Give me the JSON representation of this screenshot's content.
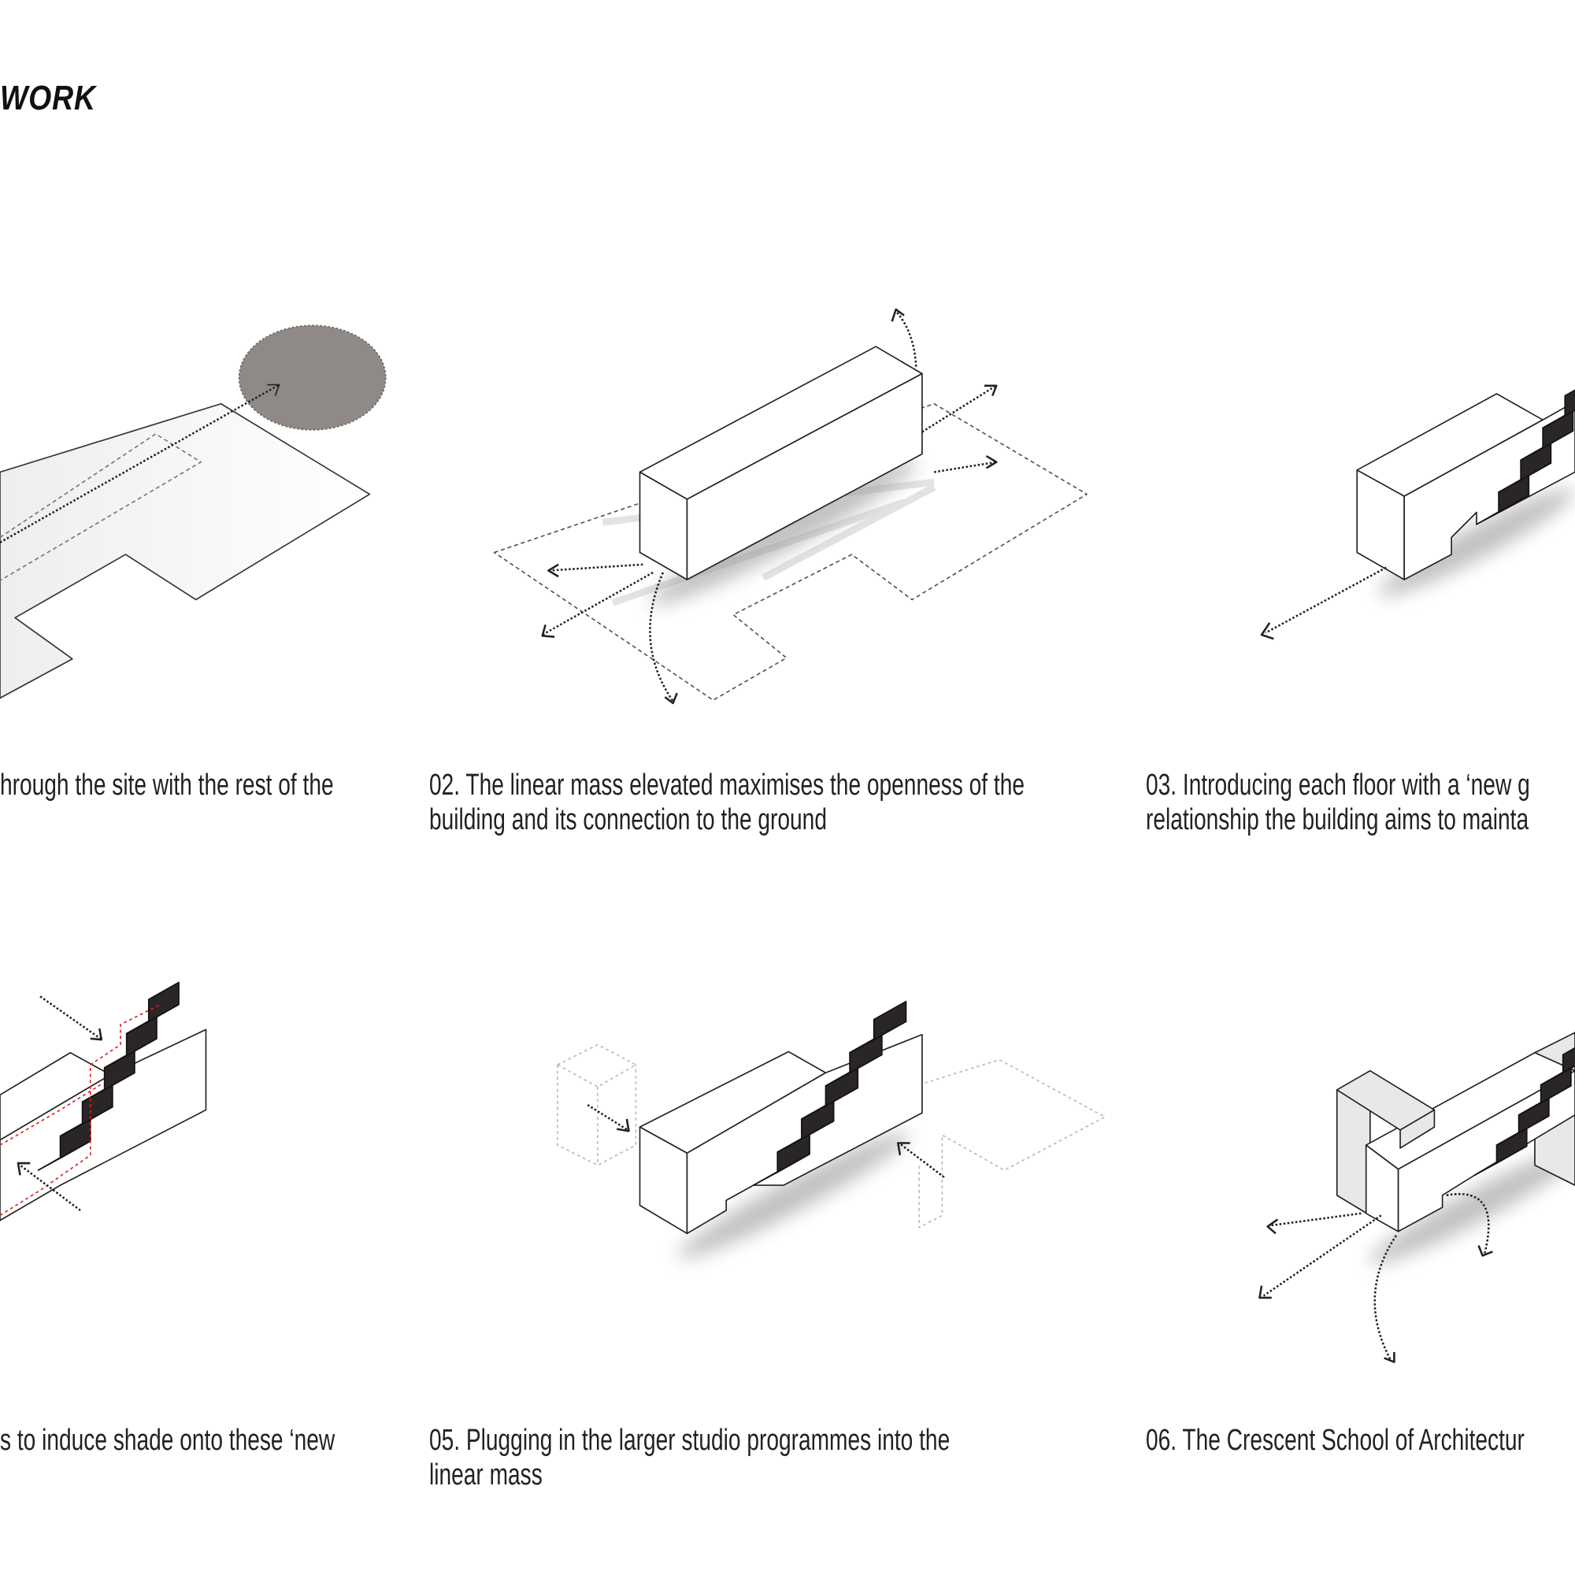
{
  "title": "WORK",
  "captions": [
    {
      "line1": "hrough the site with the rest of the",
      "line2": ""
    },
    {
      "line1": "02. The linear mass elevated maximises the openness of the",
      "line2": "building and its connection to the ground"
    },
    {
      "line1": "03. Introducing each floor with a ‘new g",
      "line2": "relationship the building aims to mainta"
    },
    {
      "line1": "s to induce shade onto these ‘new",
      "line2": ""
    },
    {
      "line1": "05. Plugging in the larger studio programmes into the",
      "line2": "linear mass"
    },
    {
      "line1": "06. The Crescent School of Architectur",
      "line2": ""
    }
  ],
  "colors": {
    "stair": "#3b3634",
    "sun": "#8f8a87",
    "plug": "#e8e8e8",
    "path": "#d22"
  }
}
